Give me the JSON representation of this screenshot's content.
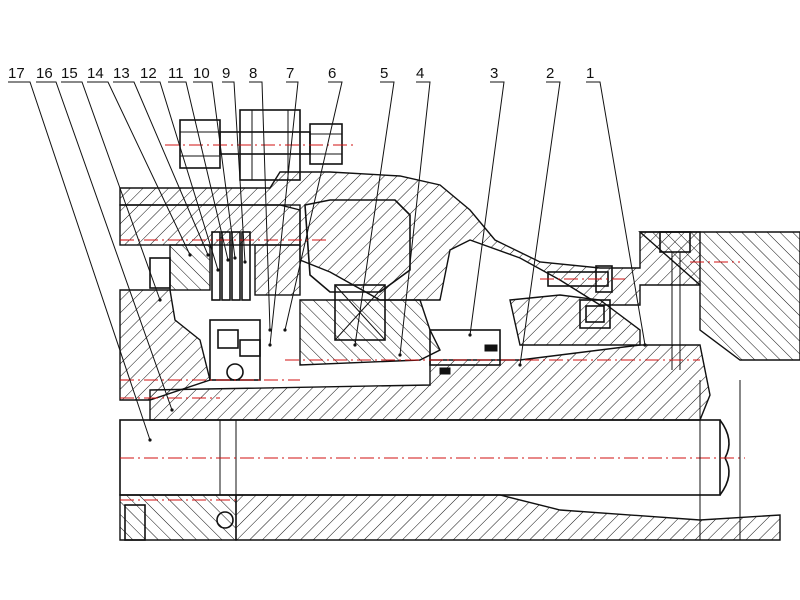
{
  "diagram": {
    "part_labels": [
      "17",
      "16",
      "15",
      "14",
      "13",
      "12",
      "11",
      "10",
      "9",
      "8",
      "7",
      "6",
      "5",
      "4",
      "3",
      "2",
      "1"
    ]
  }
}
